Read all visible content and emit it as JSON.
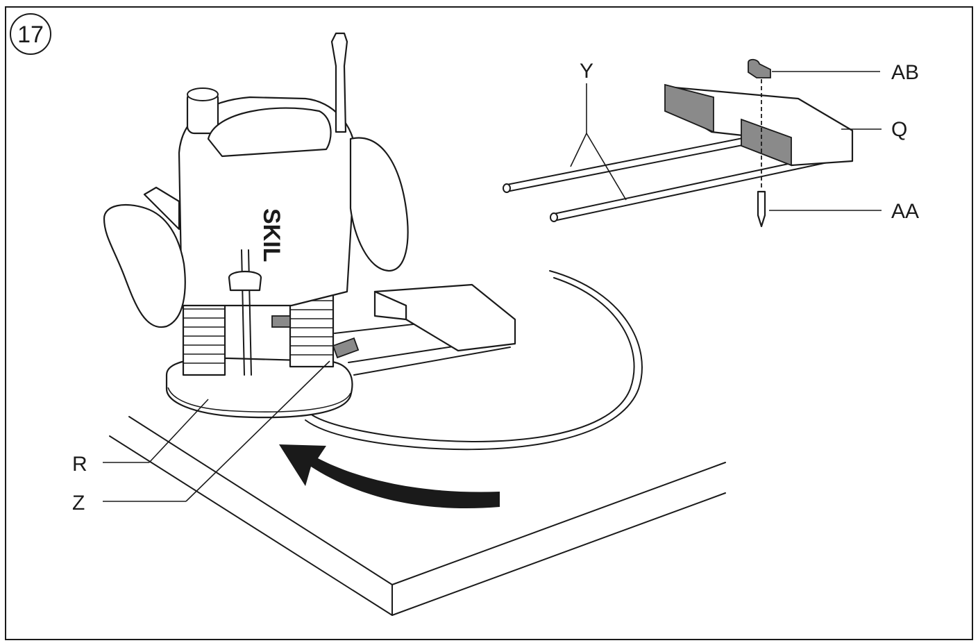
{
  "figure": {
    "number": "17",
    "labels": {
      "y": "Y",
      "ab": "AB",
      "q": "Q",
      "aa": "AA",
      "r": "R",
      "z": "Z"
    },
    "brand": "SKIL"
  },
  "colors": {
    "line": "#1a1a1a",
    "shaded": "#8a8a8a",
    "background": "#ffffff"
  }
}
